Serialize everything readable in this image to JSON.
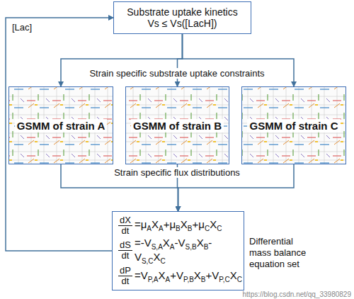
{
  "diagram": {
    "nodes": [
      {
        "text": [
          "Substrate uptake kinetics",
          "Vs ≤ Vs([LacH])"
        ]
      },
      {
        "text": [
          "GSMM of strain A"
        ]
      },
      {
        "text": [
          "GSMM of strain B"
        ]
      },
      {
        "text": [
          "GSMM of strain C"
        ]
      },
      {
        "text": [
          "dX",
          "dt",
          "=μAXA+μBXB+μCXC",
          "dS",
          "dt",
          "=-VS,AXA-VS,BXB-VS,CXC",
          "dP",
          "dt",
          "=VP,AXA+VP,BXB+VP,CXC",
          "Differential mass balance equation set"
        ]
      }
    ],
    "edges": [
      {
        "from": 0,
        "to": 1,
        "arrow": "to"
      },
      {
        "from": 0,
        "to": 2,
        "arrow": "to"
      },
      {
        "from": 0,
        "to": 3,
        "arrow": "to"
      },
      {
        "from": 1,
        "to": 4,
        "arrow": "to"
      },
      {
        "from": 2,
        "to": 4,
        "arrow": "to"
      },
      {
        "from": 3,
        "to": 4,
        "arrow": "to"
      },
      {
        "from": 4,
        "to": 0,
        "label": "[Lac]",
        "arrow": "to"
      }
    ],
    "labels": [
      "Strain specific substrate uptake constraints",
      "Strain specific flux distributions",
      "https://blog.csdn.net/qq_33980829"
    ]
  }
}
